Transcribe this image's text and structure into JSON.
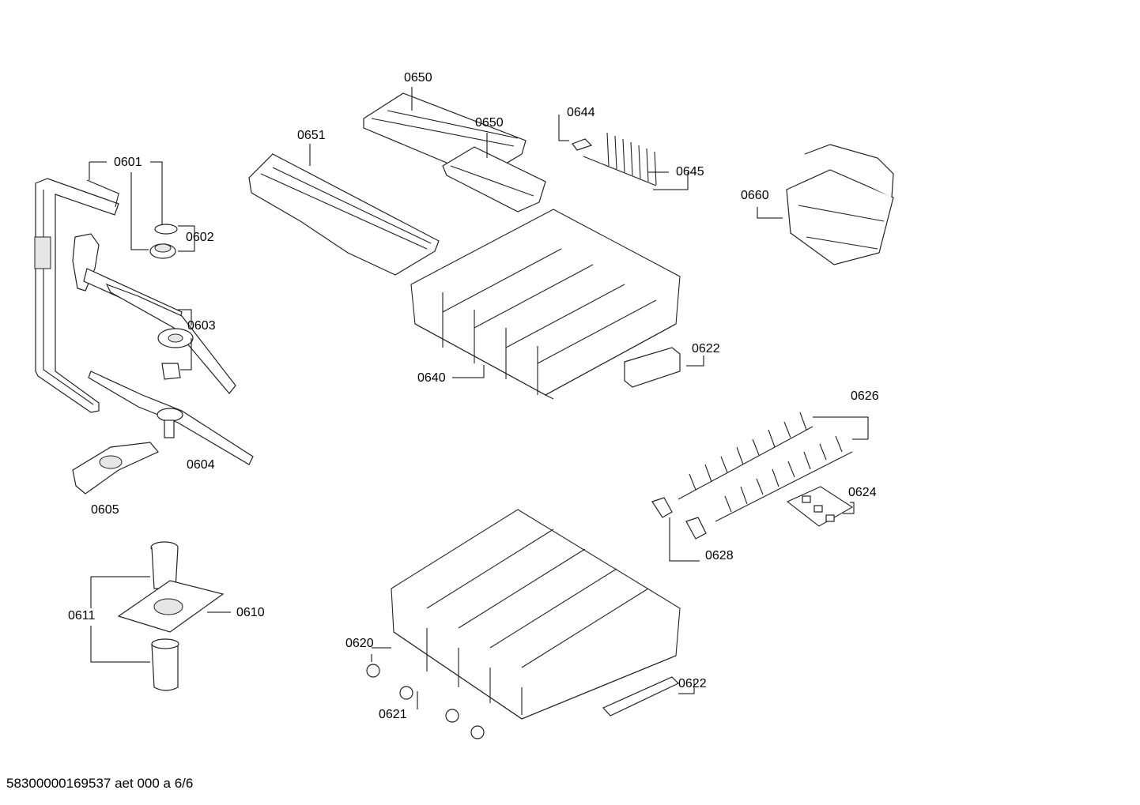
{
  "labels": {
    "p0650a": "0650",
    "p0650b": "0650",
    "p0644": "0644",
    "p0651": "0651",
    "p0645": "0645",
    "p0601": "0601",
    "p0660": "0660",
    "p0602": "0602",
    "p0603": "0603",
    "p0622a": "0622",
    "p0640": "0640",
    "p0626": "0626",
    "p0604": "0604",
    "p0624": "0624",
    "p0605": "0605",
    "p0628": "0628",
    "p0610": "0610",
    "p0611": "0611",
    "p0620": "0620",
    "p0622b": "0622",
    "p0621": "0621"
  },
  "footer": "58300000169537 aet 000 a 6/6"
}
